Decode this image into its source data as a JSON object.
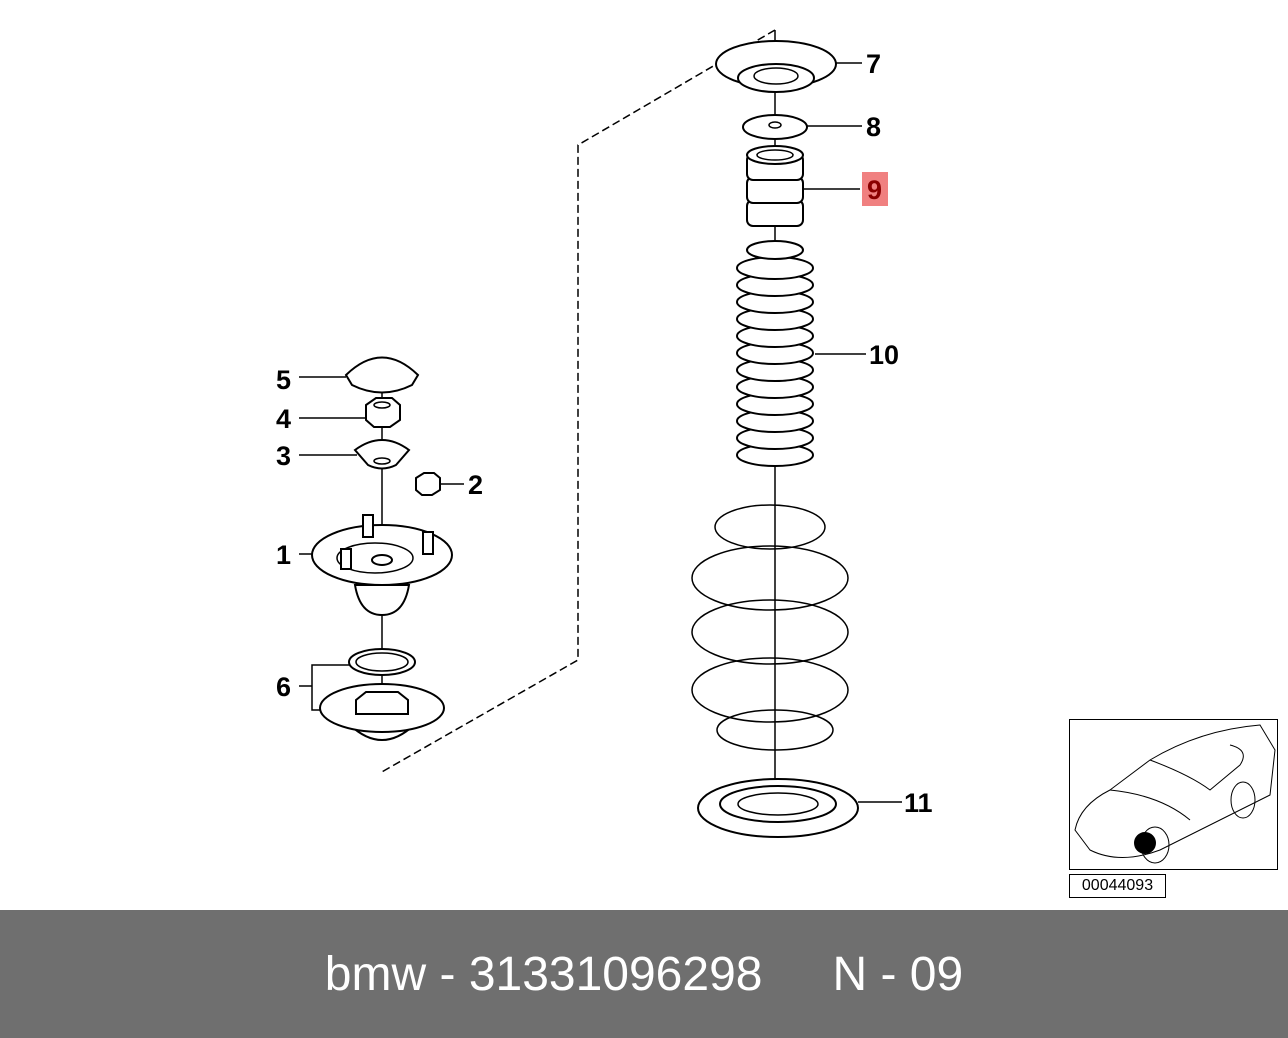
{
  "diagram": {
    "labels": {
      "p1": "1",
      "p2": "2",
      "p3": "3",
      "p4": "4",
      "p5": "5",
      "p6": "6",
      "p7": "7",
      "p8": "8",
      "p9": "9",
      "p10": "10",
      "p11": "11"
    },
    "highlighted_part": "9",
    "highlight_color": "#f08080",
    "highlight_text_color": "#8b0000",
    "inset_code": "00044093"
  },
  "footer": {
    "brand": "bmw",
    "separator": "-",
    "part_number": "31331096298",
    "position_label": "N - 09"
  }
}
